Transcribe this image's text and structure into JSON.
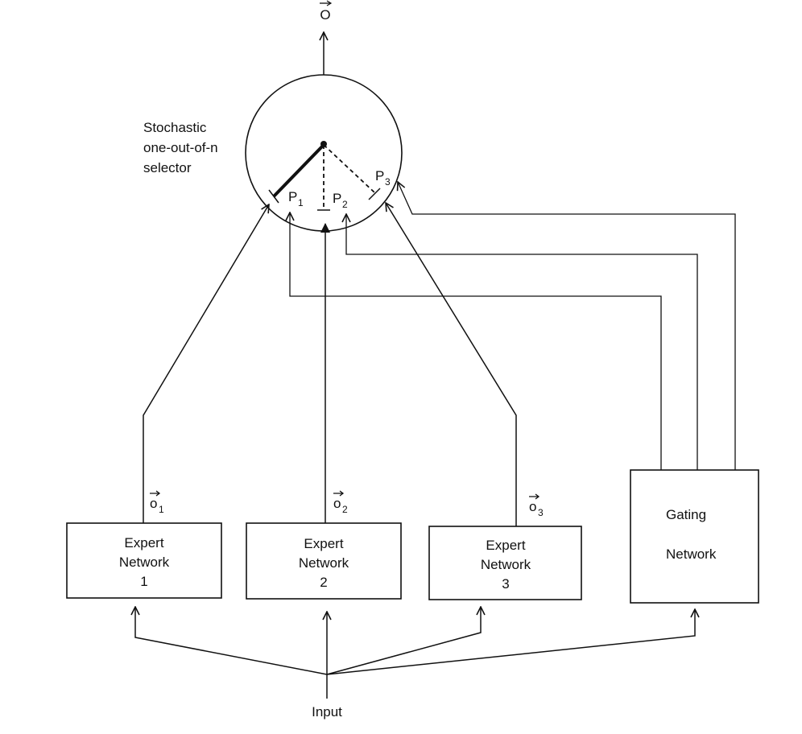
{
  "output": {
    "label": "O"
  },
  "selector": {
    "caption_lines": [
      "Stochastic",
      "one-out-of-n",
      "selector"
    ],
    "ports": [
      {
        "letter": "P",
        "index": "1"
      },
      {
        "letter": "P",
        "index": "2"
      },
      {
        "letter": "P",
        "index": "3"
      }
    ]
  },
  "experts": [
    {
      "lines": [
        "Expert",
        "Network",
        "1"
      ],
      "output_letter": "o",
      "output_index": "1"
    },
    {
      "lines": [
        "Expert",
        "Network",
        "2"
      ],
      "output_letter": "o",
      "output_index": "2"
    },
    {
      "lines": [
        "Expert",
        "Network",
        "3"
      ],
      "output_letter": "o",
      "output_index": "3"
    }
  ],
  "gating": {
    "lines": [
      "Gating",
      "Network"
    ]
  },
  "input": {
    "label": "Input"
  },
  "colors": {
    "ink": "#111111",
    "background": "#ffffff"
  }
}
